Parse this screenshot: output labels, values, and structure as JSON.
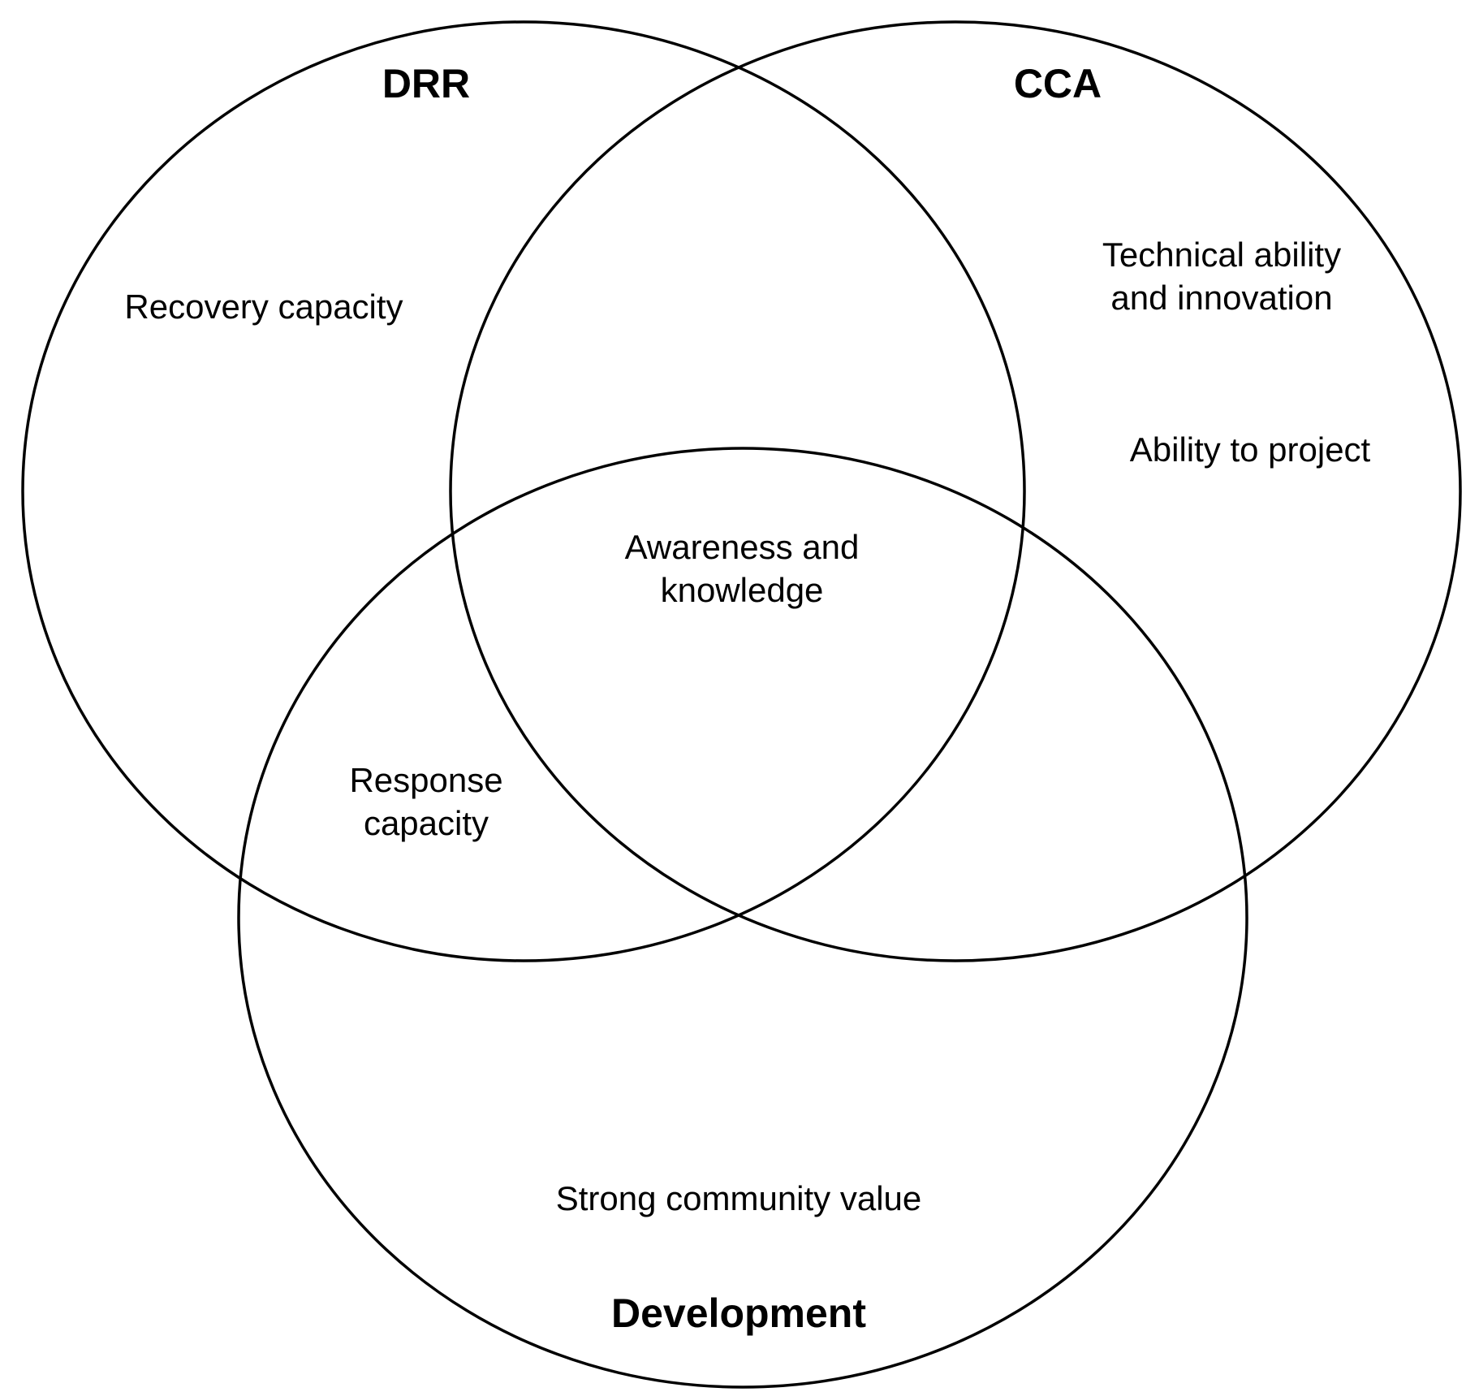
{
  "sets": {
    "drr": {
      "title": "DRR"
    },
    "cca": {
      "title": "CCA"
    },
    "development": {
      "title": "Development"
    }
  },
  "regions": {
    "drr_only": [
      "Recovery capacity"
    ],
    "cca_only_1": [
      "Technical ability",
      "and innovation"
    ],
    "cca_only_2": [
      "Ability to project"
    ],
    "all_three": [
      "Awareness and",
      "knowledge"
    ],
    "drr_development": [
      "Response",
      "capacity"
    ],
    "development_only": [
      "Strong community value"
    ]
  },
  "colors": {
    "stroke": "#000000",
    "background": "#ffffff"
  }
}
